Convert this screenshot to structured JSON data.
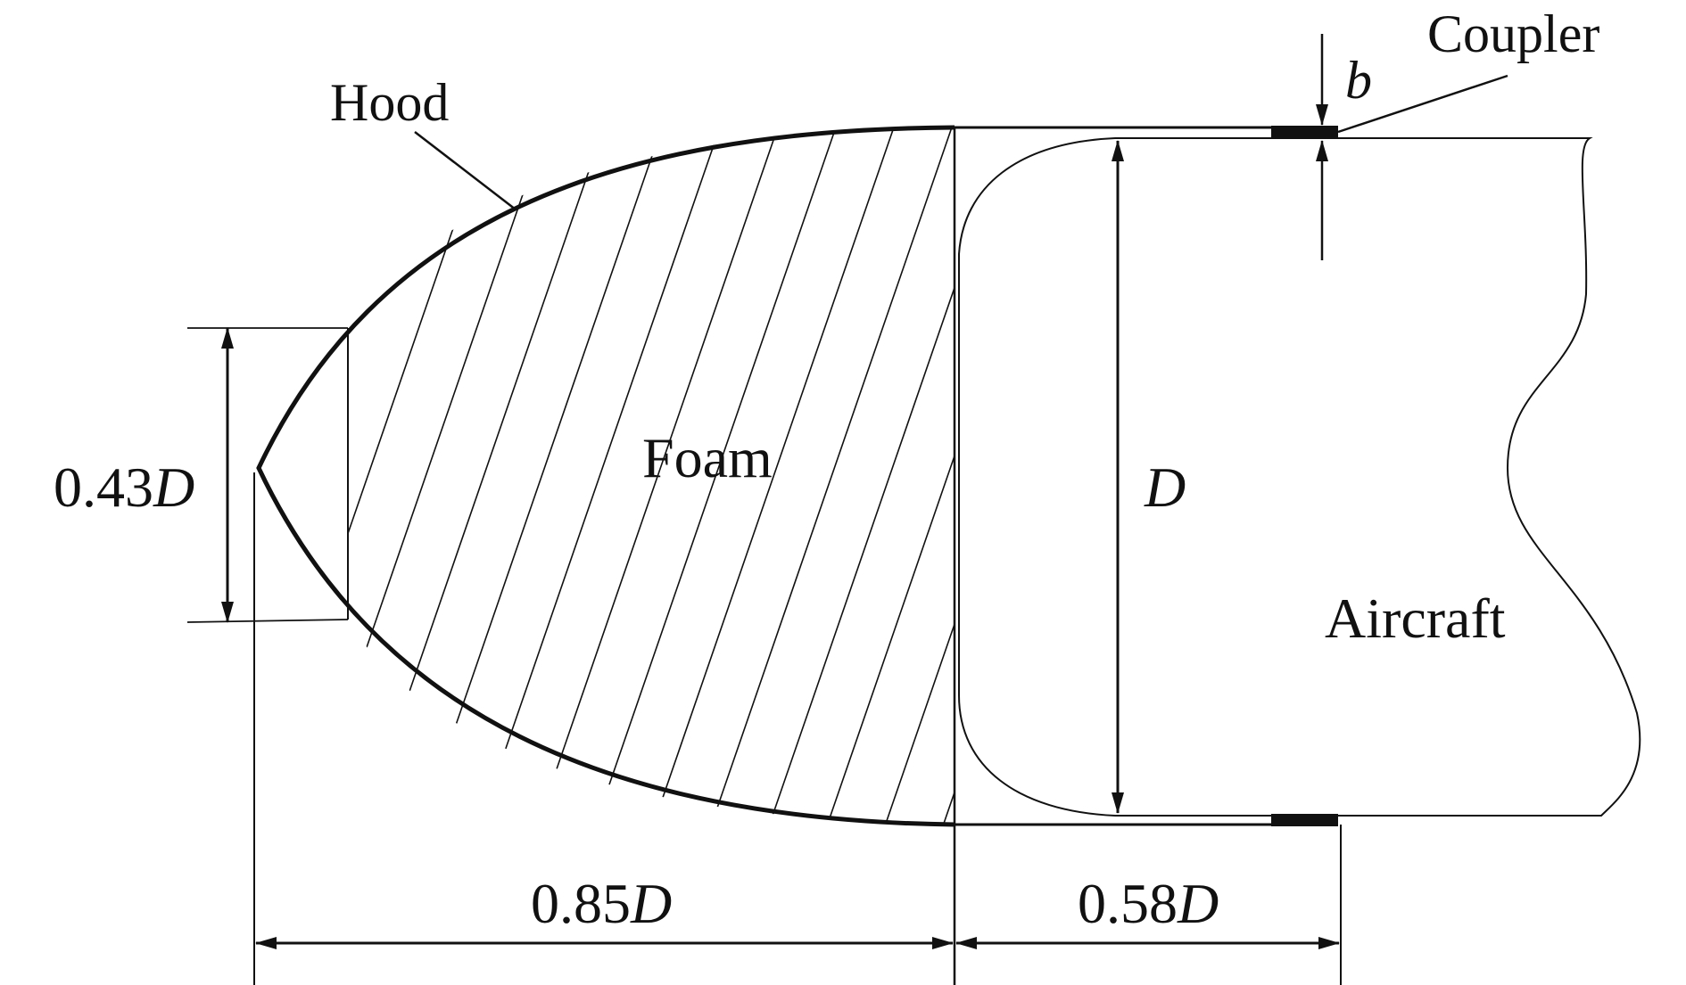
{
  "labels": {
    "hood": "Hood",
    "coupler": "Coupler",
    "foam": "Foam",
    "aircraft": "Aircraft"
  },
  "dimensions": {
    "nose_height": {
      "value": "0.43",
      "unit": "D"
    },
    "hood_length": {
      "value": "0.85",
      "unit": "D"
    },
    "aircraft_length": {
      "value": "0.58",
      "unit": "D"
    },
    "diameter": {
      "unit": "D"
    },
    "coupler_thickness": {
      "unit": "b"
    }
  },
  "colors": {
    "stroke": "#111111",
    "background": "#ffffff"
  }
}
